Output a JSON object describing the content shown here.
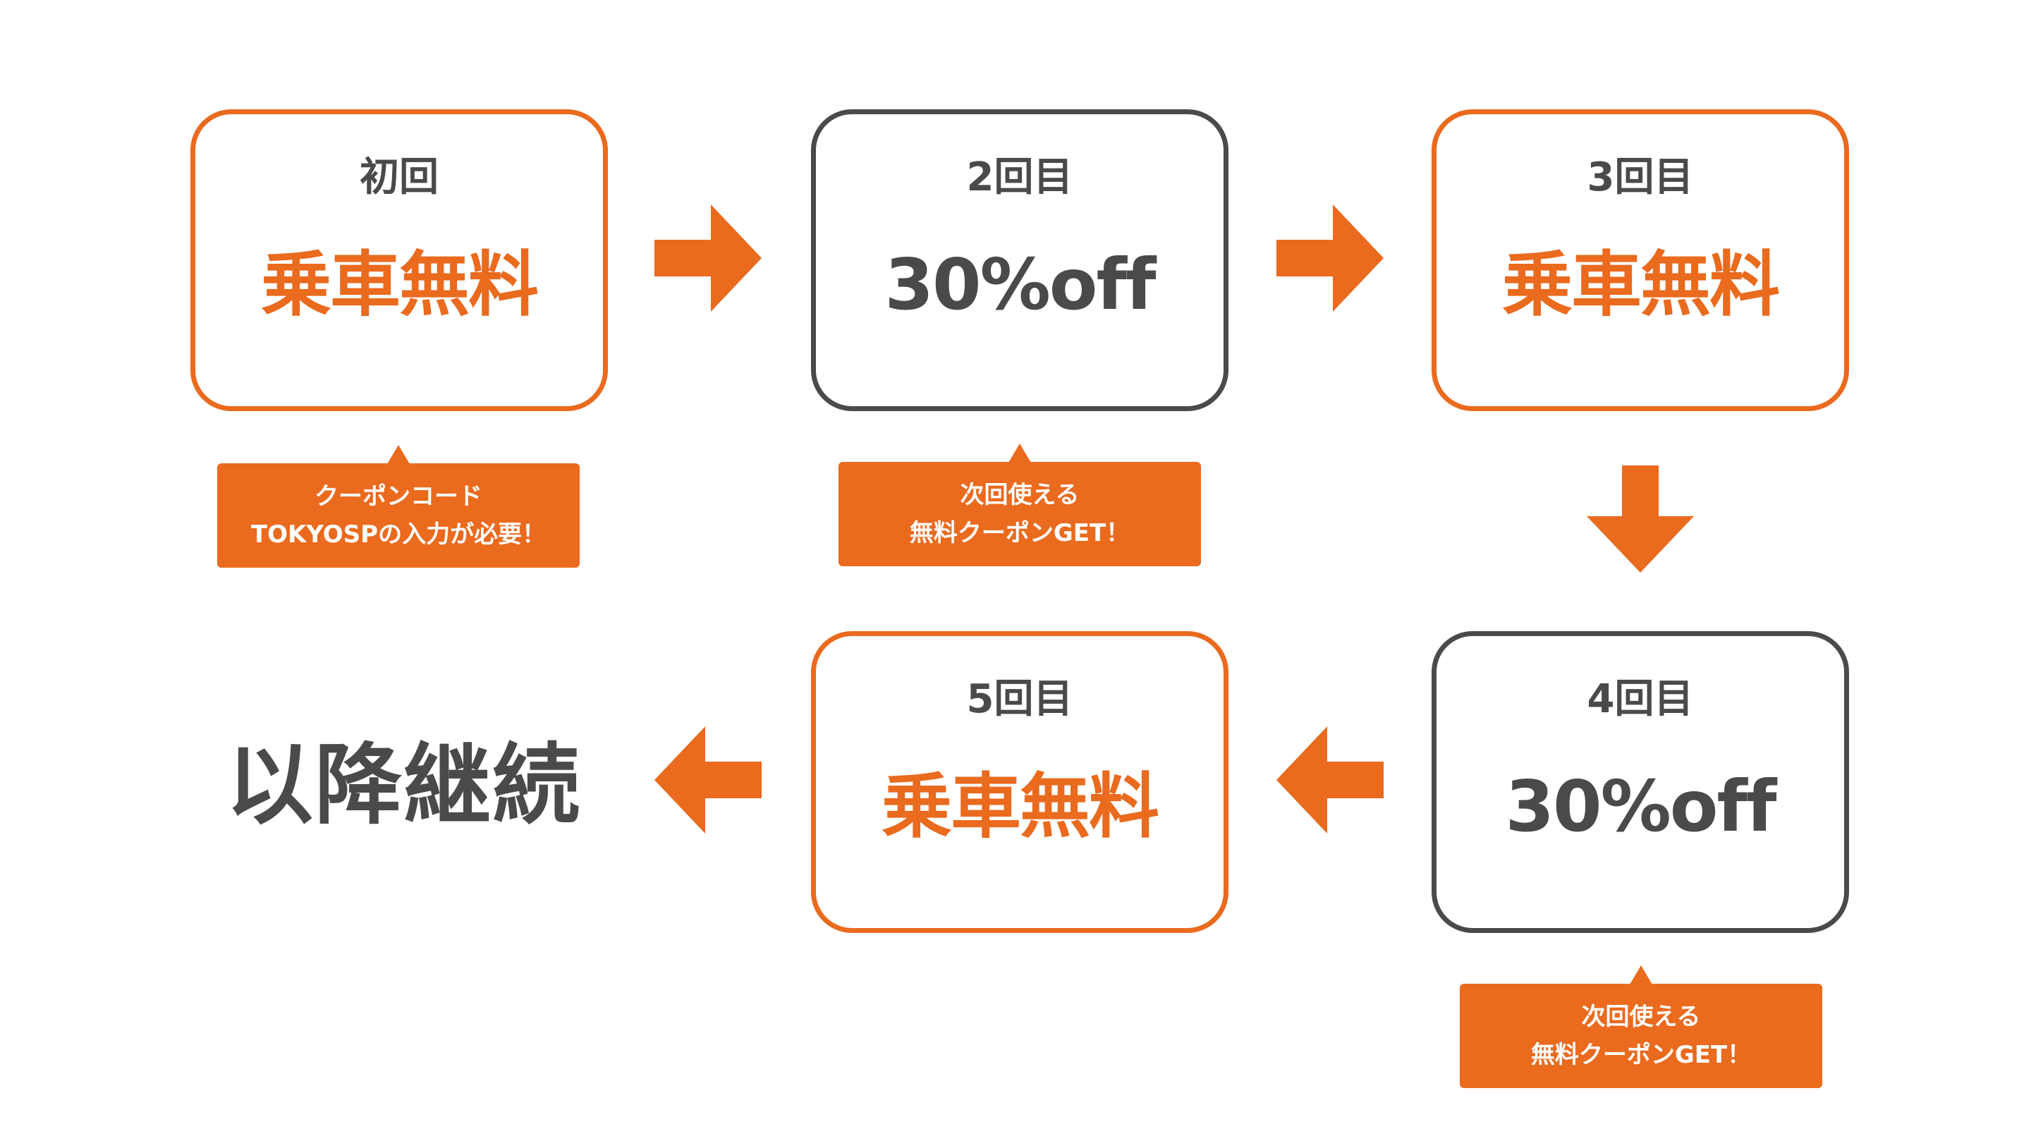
{
  "colors": {
    "accent": "#ea6a1e",
    "dark": "#4a4a4a",
    "background": "#ffffff"
  },
  "steps": [
    {
      "title": "初回",
      "value": "乗車無料",
      "style": "orange"
    },
    {
      "title": "2回目",
      "value": "30%off",
      "style": "gray"
    },
    {
      "title": "3回目",
      "value": "乗車無料",
      "style": "orange"
    },
    {
      "title": "4回目",
      "value": "30%off",
      "style": "gray"
    },
    {
      "title": "5回目",
      "value": "乗車無料",
      "style": "orange"
    }
  ],
  "callouts": [
    {
      "line1": "クーポンコード",
      "line2": "TOKYOSPの入力が必要！"
    },
    {
      "line1": "次回使える",
      "line2": "無料クーポンGET！"
    },
    {
      "line1": "次回使える",
      "line2": "無料クーポンGET！"
    }
  ],
  "continuation": "以降継続",
  "arrows": [
    "right-arrow-icon",
    "right-arrow-icon",
    "down-arrow-icon",
    "left-arrow-icon",
    "left-arrow-icon"
  ]
}
